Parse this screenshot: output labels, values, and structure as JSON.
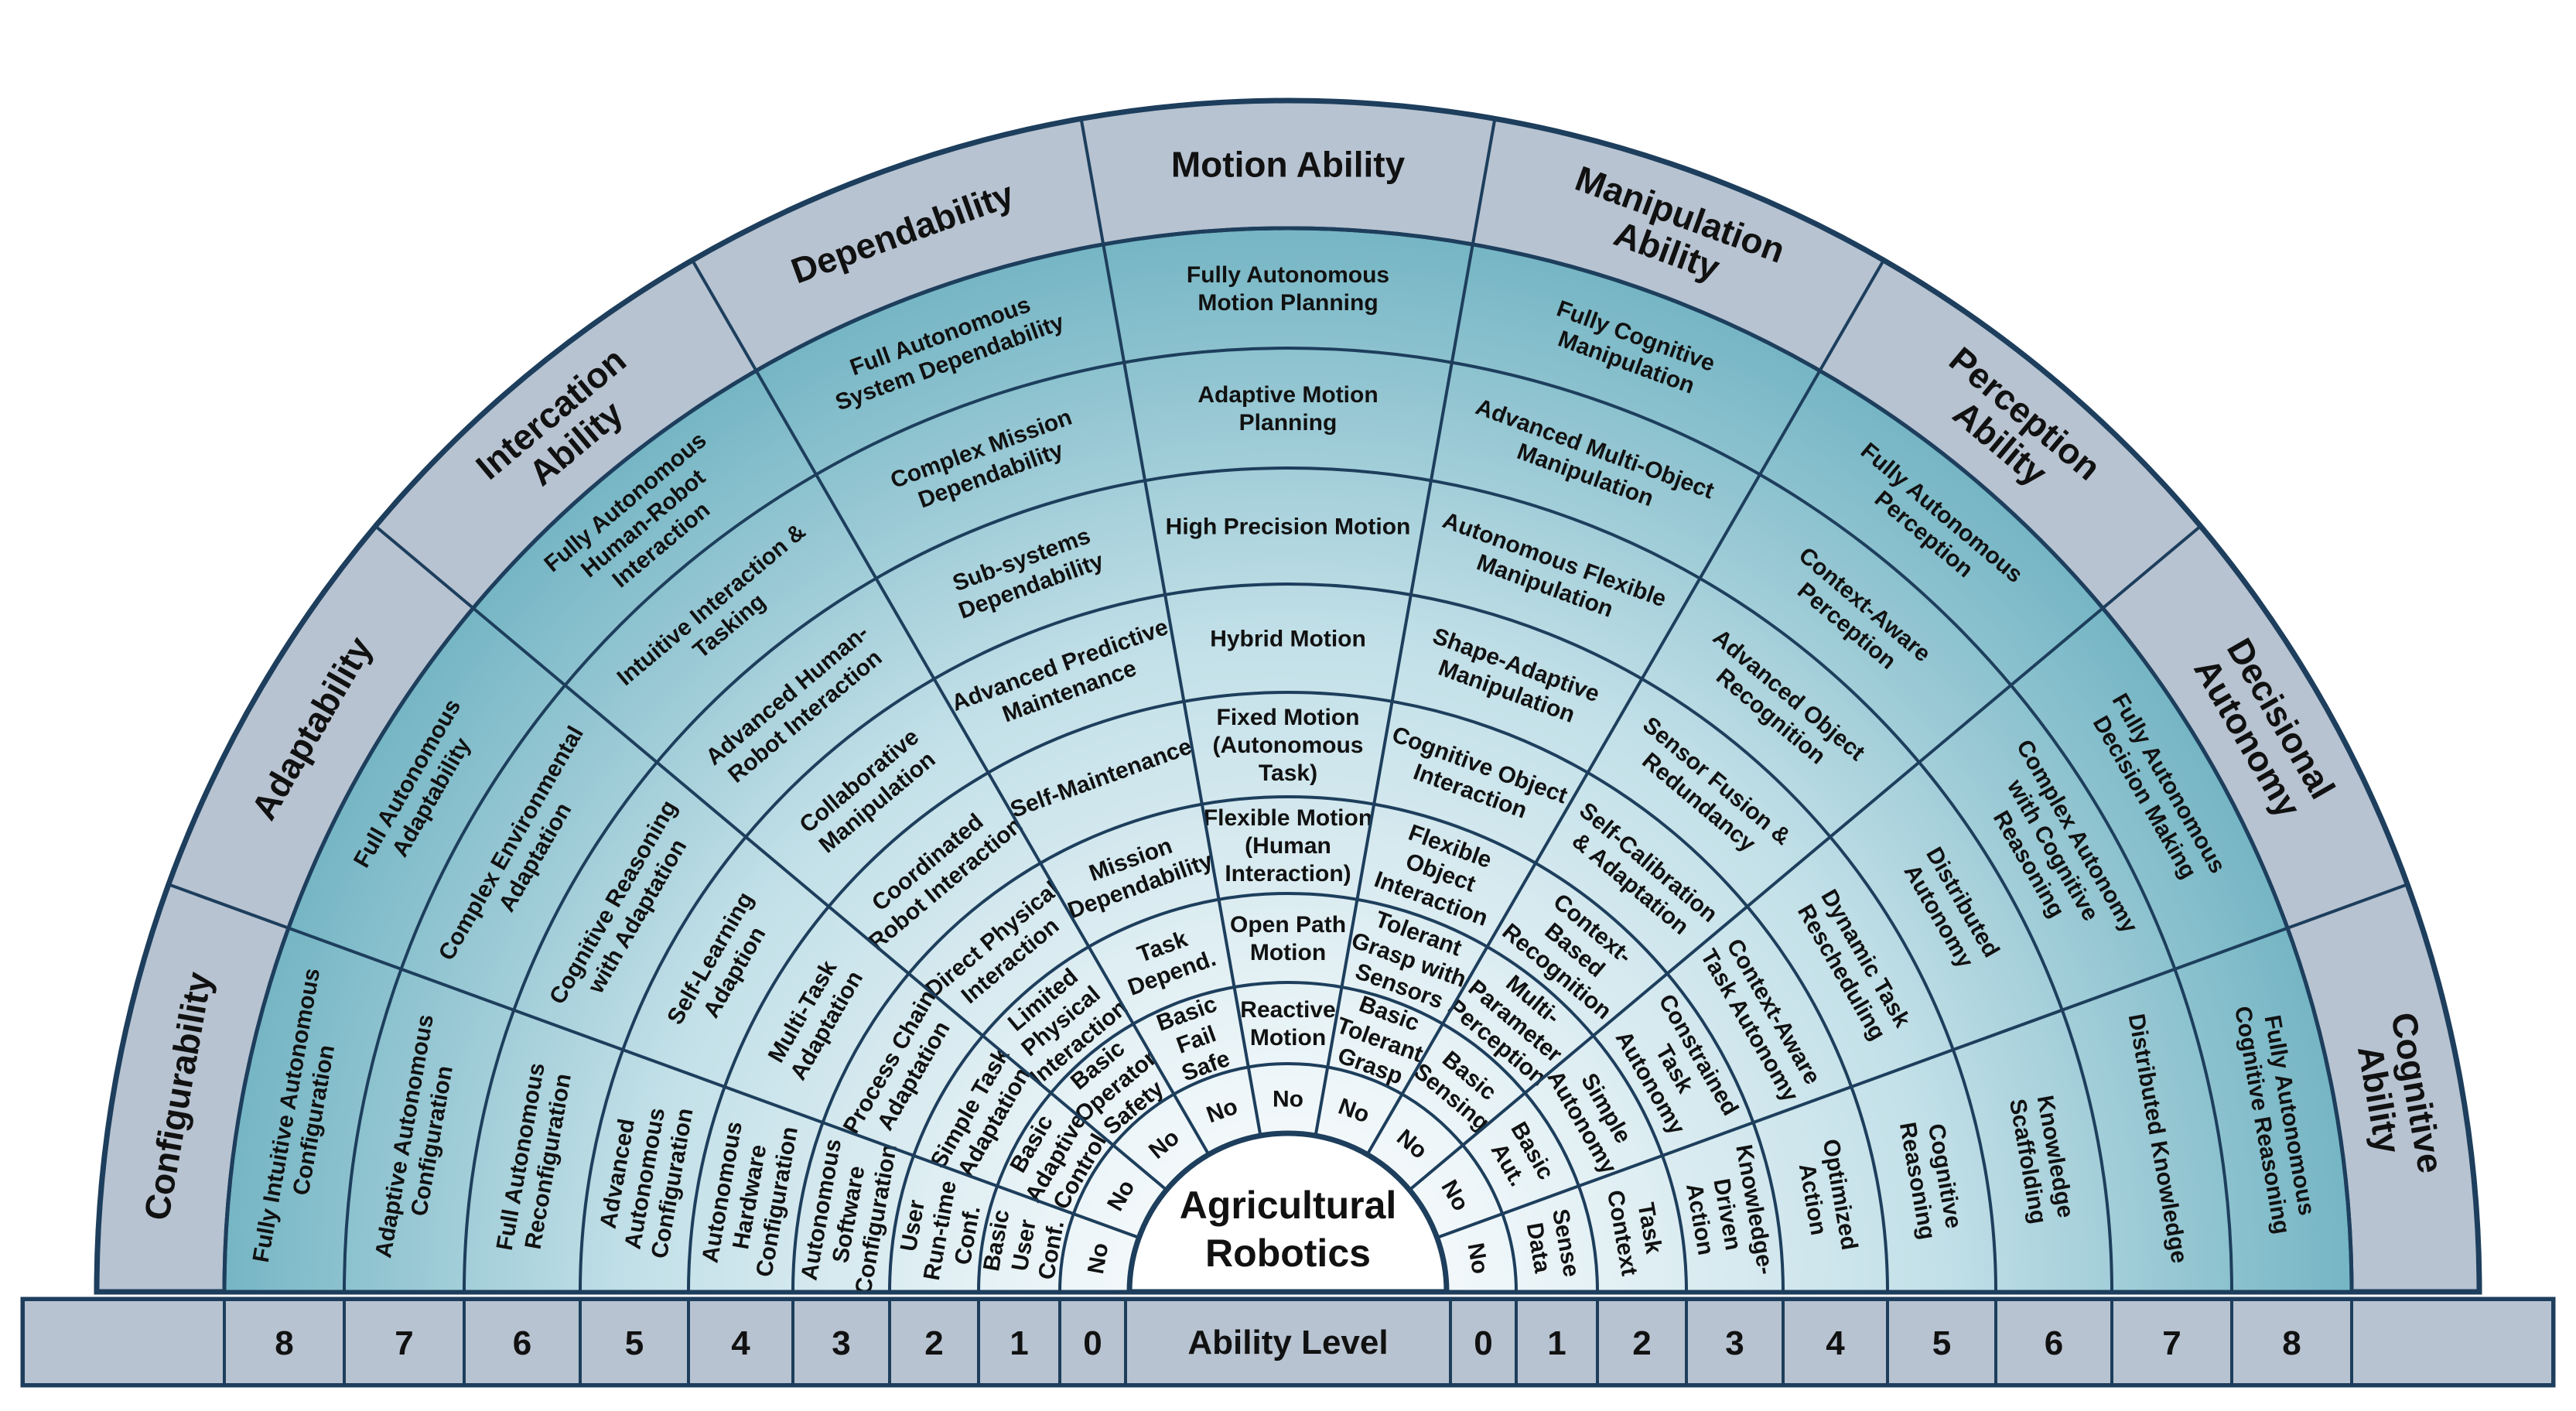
{
  "center_title": [
    "Agricultural",
    "Robotics"
  ],
  "level_label": "Ability Level",
  "levels_left": [
    "8",
    "7",
    "6",
    "5",
    "4",
    "3",
    "2",
    "1",
    "0"
  ],
  "levels_right": [
    "0",
    "1",
    "2",
    "3",
    "4",
    "5",
    "6",
    "7",
    "8"
  ],
  "colors": {
    "outline": "#1d3e5c",
    "title_band": "#b7c3d1",
    "teal_inner": "#eef6f8",
    "teal_outer": "#66adbd",
    "hub": "#ffffff"
  },
  "sectors": [
    {
      "title": [
        "Configurability"
      ],
      "levels": [
        [
          "No"
        ],
        [
          "Basic",
          "User",
          "Conf."
        ],
        [
          "User",
          "Run-time",
          "Conf."
        ],
        [
          "Autonomous",
          "Software",
          "Configuration"
        ],
        [
          "Autonomous",
          "Hardware",
          "Configuration"
        ],
        [
          "Advanced",
          "Autonomous",
          "Configuration"
        ],
        [
          "Full Autonomous",
          "Reconfiguration"
        ],
        [
          "Adaptive Autonomous",
          "Configuration"
        ],
        [
          "Fully Intuitive Autonomous",
          "Configuration"
        ]
      ]
    },
    {
      "title": [
        "Adaptability"
      ],
      "levels": [
        [
          "No"
        ],
        [
          "Basic",
          "Adaptive",
          "Control"
        ],
        [
          "Simple Task",
          "Adaptation"
        ],
        [
          "Process Chain",
          "Adaptation"
        ],
        [
          "Multi-Task",
          "Adaptation"
        ],
        [
          "Self-Learning",
          "Adaption"
        ],
        [
          "Cognitive Reasoning",
          "with Adaptation"
        ],
        [
          "Complex Environmental",
          "Adaptation"
        ],
        [
          "Full Autonomous",
          "Adaptability"
        ]
      ]
    },
    {
      "title": [
        "Intercation",
        "Ability"
      ],
      "levels": [
        [
          "No"
        ],
        [
          "Basic",
          "Operator",
          "Safety"
        ],
        [
          "Limited",
          "Physical",
          "Interaction"
        ],
        [
          "Direct Physical",
          "Interaction"
        ],
        [
          "Coordinated",
          "Robot Interaction"
        ],
        [
          "Collaborative",
          "Manipulation"
        ],
        [
          "Advanced Human-",
          "Robot Interaction"
        ],
        [
          "Intuitive Interaction &",
          "Tasking"
        ],
        [
          "Fully Autonomous",
          "Human-Robot",
          "Interaction"
        ]
      ]
    },
    {
      "title": [
        "Dependability"
      ],
      "levels": [
        [
          "No"
        ],
        [
          "Basic",
          "Fail",
          "Safe"
        ],
        [
          "Task",
          "Depend."
        ],
        [
          "Mission",
          "Dependability"
        ],
        [
          "Self-Maintenance"
        ],
        [
          "Advanced Predictive",
          "Maintenance"
        ],
        [
          "Sub-systems",
          "Dependability"
        ],
        [
          "Complex Mission",
          "Dependability"
        ],
        [
          "Full Autonomous",
          "System Dependability"
        ]
      ]
    },
    {
      "title": [
        "Motion Ability"
      ],
      "levels": [
        [
          "No"
        ],
        [
          "Reactive",
          "Motion"
        ],
        [
          "Open Path",
          "Motion"
        ],
        [
          "Flexible Motion",
          "(Human",
          "Interaction)"
        ],
        [
          "Fixed Motion",
          "(Autonomous",
          "Task)"
        ],
        [
          "Hybrid Motion"
        ],
        [
          "High Precision Motion"
        ],
        [
          "Adaptive Motion",
          "Planning"
        ],
        [
          "Fully Autonomous",
          "Motion Planning"
        ]
      ]
    },
    {
      "title": [
        "Manipulation",
        "Ability"
      ],
      "levels": [
        [
          "No"
        ],
        [
          "Basic",
          "Tolerant",
          "Grasp"
        ],
        [
          "Tolerant",
          "Grasp with",
          "Sensors"
        ],
        [
          "Flexible",
          "Object",
          "Interaction"
        ],
        [
          "Cognitive Object",
          "Interaction"
        ],
        [
          "Shape-Adaptive",
          "Manipulation"
        ],
        [
          "Autonomous Flexible",
          "Manipulation"
        ],
        [
          "Advanced Multi-Object",
          "Manipulation"
        ],
        [
          "Fully Cognitive",
          "Manipulation"
        ]
      ]
    },
    {
      "title": [
        "Perception",
        "Ability"
      ],
      "levels": [
        [
          "No"
        ],
        [
          "Basic",
          "Sensing"
        ],
        [
          "Multi-",
          "Parameter",
          "Perception"
        ],
        [
          "Context-",
          "Based",
          "Recognition"
        ],
        [
          "Self-Calibration",
          "& Adaptation"
        ],
        [
          "Sensor Fusion &",
          "Redundancy"
        ],
        [
          "Advanced Object",
          "Recognition"
        ],
        [
          "Context-Aware",
          "Perception"
        ],
        [
          "Fully Autonomous",
          "Perception"
        ]
      ]
    },
    {
      "title": [
        "Decisional",
        "Autonomy"
      ],
      "levels": [
        [
          "No"
        ],
        [
          "Basic",
          "Aut."
        ],
        [
          "Simple",
          "Autonomy"
        ],
        [
          "Constrained",
          "Task",
          "Autonomy"
        ],
        [
          "Context-Aware",
          "Task Autonomy"
        ],
        [
          "Dynamic Task",
          "Rescheduling"
        ],
        [
          "Distributed",
          "Autonomy"
        ],
        [
          "Complex Autonomy",
          "with Cognitive",
          "Reasoning"
        ],
        [
          "Fully Autonomous",
          "Decision Making"
        ]
      ]
    },
    {
      "title": [
        "Cognitive",
        "Ability"
      ],
      "levels": [
        [
          "No"
        ],
        [
          "Sense",
          "Data"
        ],
        [
          "Task",
          "Context"
        ],
        [
          "Knowledge-",
          "Driven",
          "Action"
        ],
        [
          "Optimized",
          "Action"
        ],
        [
          "Cognitive",
          "Reasoning"
        ],
        [
          "Knowledge",
          "Scaffolding"
        ],
        [
          "Distributed Knowledge"
        ],
        [
          "Fully Autonomous",
          "Cognitive Reasoning"
        ]
      ]
    }
  ]
}
